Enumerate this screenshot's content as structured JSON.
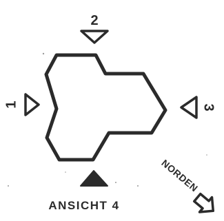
{
  "view_caption": "ANSICHT 4",
  "north_label": "NORDEN",
  "view_markers": [
    {
      "number": "2",
      "style": "open"
    },
    {
      "number": "1",
      "style": "open"
    },
    {
      "number": "3",
      "style": "open"
    },
    {
      "number": "4",
      "style": "filled"
    }
  ],
  "colors": {
    "ink": "#2b2b2b",
    "paper": "#ffffff"
  }
}
